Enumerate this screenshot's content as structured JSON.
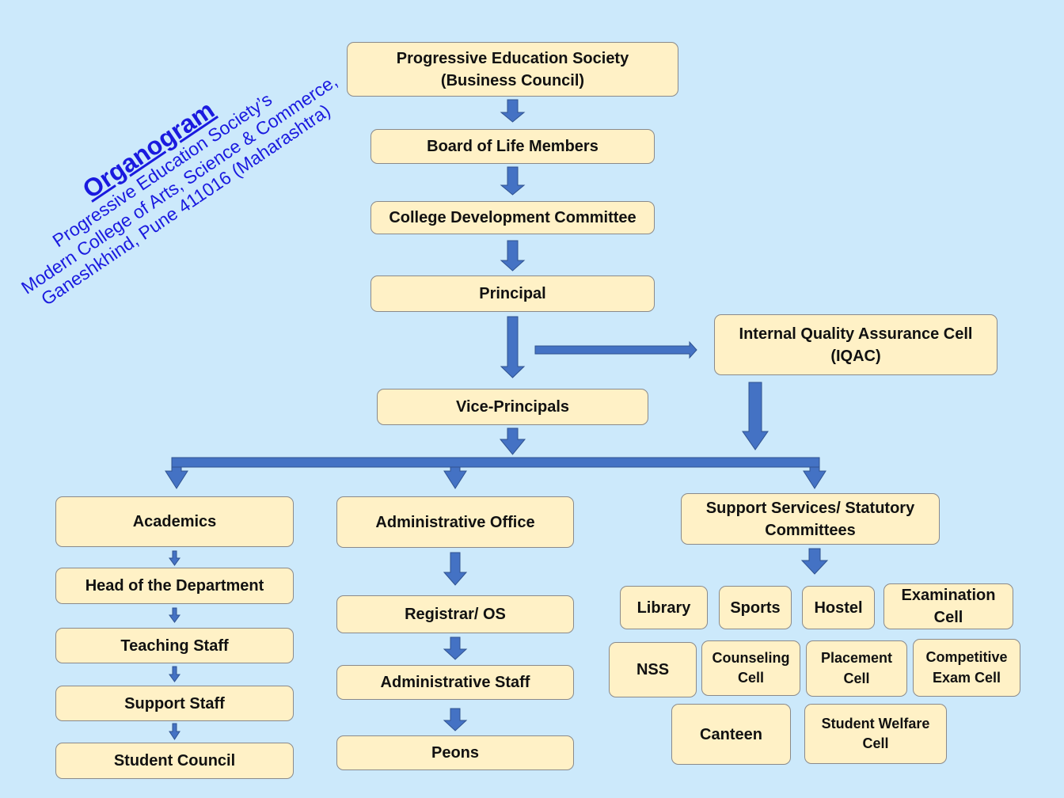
{
  "title": {
    "heading": "Organogram",
    "line1": "Progressive Education Society’s",
    "line2": "Modern College of  Arts, Science & Commerce,",
    "line3": "Ganeshkhind, Pune 411016 (Maharashtra)"
  },
  "colors": {
    "background": "#cce9fb",
    "box_fill": "#fff1c6",
    "arrow": "#4472c4",
    "title": "#1a1adf"
  },
  "hierarchy": {
    "pes": "Progressive Education Society\n(Business Council)",
    "board": "Board of Life Members",
    "cdc": "College Development Committee",
    "principal": "Principal",
    "iqac": "Internal Quality Assurance Cell\n(IQAC)",
    "vice_principals": "Vice-Principals"
  },
  "academics": {
    "head": "Academics",
    "hod": "Head of the Department",
    "teaching": "Teaching Staff",
    "support": "Support Staff",
    "council": "Student Council"
  },
  "administrative": {
    "head": "Administrative Office",
    "registrar": "Registrar/ OS",
    "staff": "Administrative Staff",
    "peons": "Peons"
  },
  "support_services": {
    "head": "Support Services/ Statutory\nCommittees",
    "library": "Library",
    "sports": "Sports",
    "hostel": "Hostel",
    "examination": "Examination\nCell",
    "nss": "NSS",
    "counseling": "Counseling\nCell",
    "placement": "Placement\nCell",
    "competitive": "Competitive\nExam Cell",
    "canteen": "Canteen",
    "welfare": "Student  Welfare\nCell"
  }
}
